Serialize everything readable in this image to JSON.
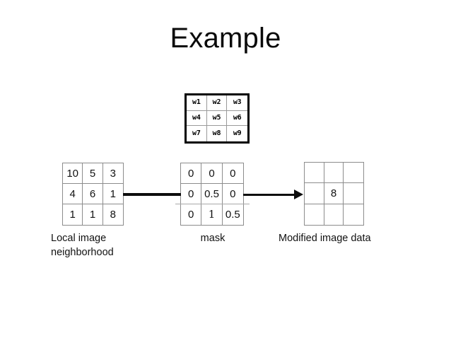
{
  "slide": {
    "title": "Example"
  },
  "weights": {
    "name": "convolution-kernel-weights",
    "cells": [
      "w1",
      "w2",
      "w3",
      "w4",
      "w5",
      "w6",
      "w7",
      "w8",
      "w9"
    ]
  },
  "neighborhood": {
    "caption": "Local image neighborhood",
    "cells": [
      "10",
      "5",
      "3",
      "4",
      "6",
      "1",
      "1",
      "1",
      "8"
    ]
  },
  "mask": {
    "caption": "mask",
    "cells": [
      "0",
      "0",
      "0",
      "0",
      "0.5",
      "0",
      "0",
      "1",
      "0.5"
    ]
  },
  "result": {
    "caption": "Modified image data",
    "cells": [
      "",
      "",
      "",
      "",
      "8",
      "",
      "",
      "",
      ""
    ]
  },
  "colors": {
    "background": "#ffffff",
    "text": "#111111",
    "grid_line": "#8c8c8c",
    "kernel_border": "#000000",
    "arrow": "#0d0d0d"
  }
}
